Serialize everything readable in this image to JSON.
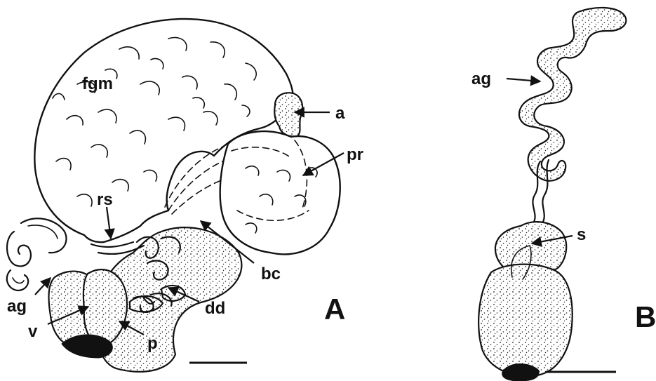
{
  "panel_a": {
    "letter": "A",
    "labels": {
      "fgm": "fgm",
      "a": "a",
      "pr": "pr",
      "rs": "rs",
      "bc": "bc",
      "ag": "ag",
      "v": "v",
      "dd": "dd",
      "p": "p"
    }
  },
  "panel_b": {
    "letter": "B",
    "labels": {
      "ag": "ag",
      "s": "s"
    }
  }
}
